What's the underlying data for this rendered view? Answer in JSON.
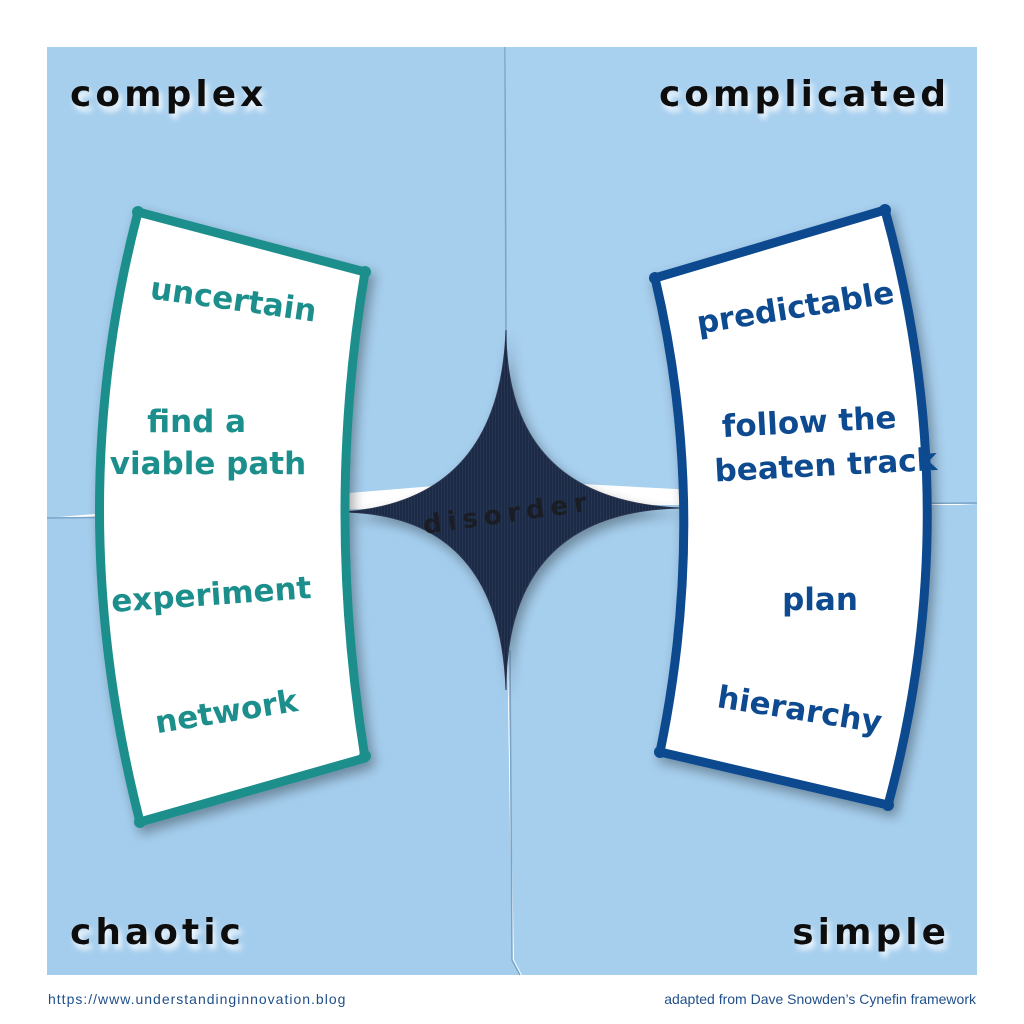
{
  "colors": {
    "background": "#ffffff",
    "quadrant_fill": "#a6cfee",
    "teal": "#1c8f8c",
    "blue": "#0d4a8f",
    "center_dark": "#1d2a45",
    "label_text": "#0d0d0d",
    "footer_text": "#1f4f8a"
  },
  "quadrants": {
    "top_left": "complex",
    "top_right": "complicated",
    "bottom_left": "chaotic",
    "bottom_right": "simple"
  },
  "center_label": "disorder",
  "left_panel": {
    "words": [
      {
        "lines": [
          "uncertain"
        ]
      },
      {
        "lines": [
          "find a",
          "viable path"
        ]
      },
      {
        "lines": [
          "experiment"
        ]
      },
      {
        "lines": [
          "network"
        ]
      }
    ]
  },
  "right_panel": {
    "words": [
      {
        "lines": [
          "predictable"
        ]
      },
      {
        "lines": [
          "follow the",
          "beaten track"
        ]
      },
      {
        "lines": [
          "plan"
        ]
      },
      {
        "lines": [
          "hierarchy"
        ]
      }
    ]
  },
  "footer": {
    "left": "https://www.understandinginnovation.blog",
    "right": "adapted from Dave Snowden’s Cynefin framework"
  }
}
